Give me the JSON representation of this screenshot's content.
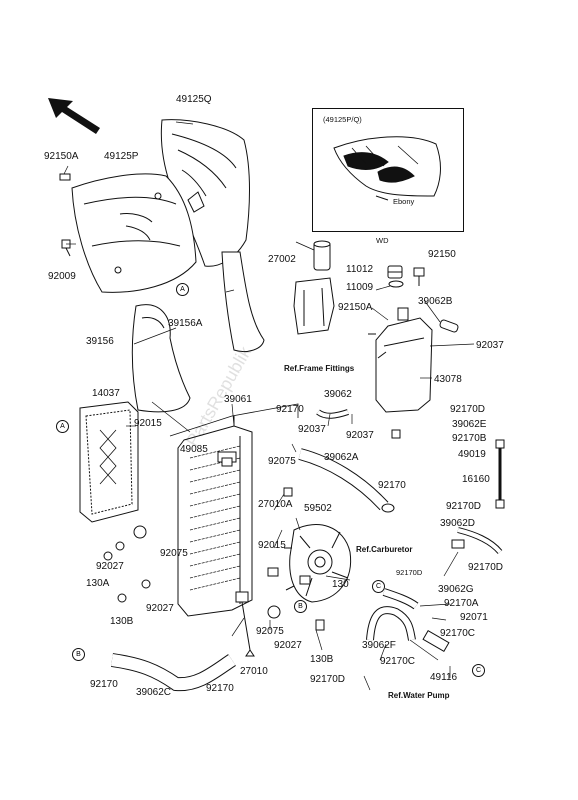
{
  "parts": {
    "p49125Q": "49125Q",
    "p92150A_top": "92150A",
    "p49125P": "49125P",
    "p92009": "92009",
    "p27002": "27002",
    "p11012": "11012",
    "p92150": "92150",
    "p11009": "11009",
    "p92150A_mid": "92150A",
    "p39062B": "39062B",
    "p39156": "39156",
    "p39156A": "39156A",
    "p92037_r": "92037",
    "p43078": "43078",
    "p14037": "14037",
    "p39061": "39061",
    "p92170_a": "92170",
    "p39062": "39062",
    "p92037_m1": "92037",
    "p92037_m2": "92037",
    "p92170D_1": "92170D",
    "p39062E": "39062E",
    "p92170B": "92170B",
    "p49019": "49019",
    "p92015_l": "92015",
    "p49085": "49085",
    "p92075_a": "92075",
    "p39062A": "39062A",
    "p92170_b": "92170",
    "p16160": "16160",
    "p27010A": "27010A",
    "p59502": "59502",
    "p92170D_2": "92170D",
    "p39062D": "39062D",
    "p92015_m": "92015",
    "p92075_b": "92075",
    "p92027_a": "92027",
    "p92170D_3": "92170D",
    "p130A": "130A",
    "p39062G": "39062G",
    "p92170D_s": "92170D",
    "p130": "130",
    "p92170A": "92170A",
    "p92071": "92071",
    "p92027_b": "92027",
    "p130B_l": "130B",
    "p92075_c": "92075",
    "p92027_c": "92027",
    "p39062F": "39062F",
    "p92170C_a": "92170C",
    "p130B_r": "130B",
    "p92170C_b": "92170C",
    "p49116": "49116",
    "p27010": "27010",
    "p92170_c": "92170",
    "p39062C": "39062C",
    "p92170_d": "92170",
    "p92170D_4": "92170D"
  },
  "refs": {
    "frame": "Ref.Frame Fittings",
    "carburetor": "Ref.Carburetor",
    "water_pump": "Ref.Water Pump"
  },
  "inset": {
    "title": "(49125P/Q)",
    "color": "Ebony",
    "caption": "WD"
  },
  "callouts": {
    "A": "A",
    "B": "B",
    "C": "C"
  },
  "watermark": "PartsRepublik"
}
